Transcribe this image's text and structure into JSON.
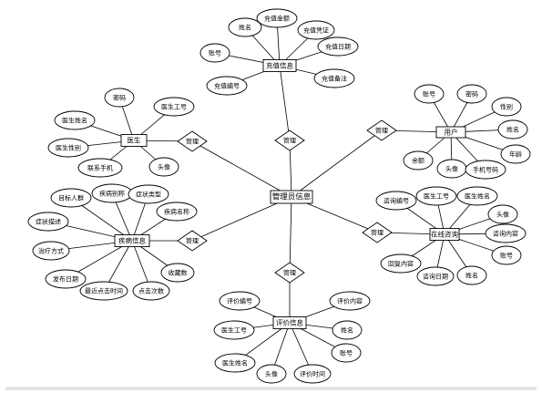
{
  "center": {
    "label": "管理员信息"
  },
  "entities": {
    "recharge": "充值信息",
    "doctor": "医生",
    "user": "用户",
    "disease": "疾病信息",
    "consult": "在线咨询",
    "review": "评价信息"
  },
  "relations": {
    "recharge": "管理",
    "doctor": "管理",
    "user": "管理",
    "disease": "管理",
    "consult": "管理",
    "review": "管理"
  },
  "attributes": {
    "recharge": [
      "姓名",
      "充值金额",
      "充值凭证",
      "账号",
      "充值日期",
      "充值编号",
      "充值备注"
    ],
    "doctor": [
      "密码",
      "医生姓名",
      "医生工号",
      "医生性别",
      "联系手机",
      "头像"
    ],
    "user": [
      "账号",
      "密码",
      "性别",
      "姓名",
      "年龄",
      "余额",
      "头像",
      "手机号码"
    ],
    "disease": [
      "目标人群",
      "疾病别称",
      "症状类型",
      "疾病名称",
      "症状描述",
      "治疗方式",
      "收藏数",
      "发布日期",
      "最近点击时间",
      "点击次数"
    ],
    "consult": [
      "咨询编号",
      "医生工号",
      "医生姓名",
      "头像",
      "咨询内容",
      "账号",
      "回复内容",
      "咨询日期",
      "姓名"
    ],
    "review": [
      "评价编号",
      "评价内容",
      "医生工号",
      "姓名",
      "账号",
      "医生姓名",
      "头像",
      "评价时间"
    ]
  }
}
